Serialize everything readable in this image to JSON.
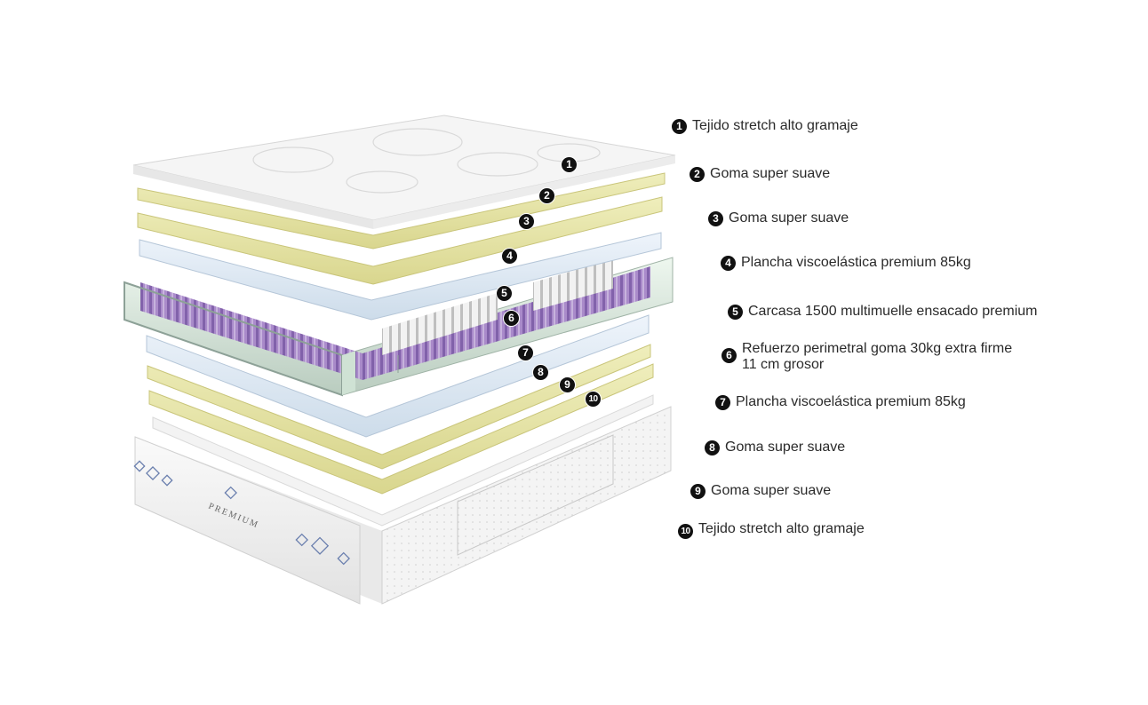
{
  "legend": [
    {
      "num": "1",
      "text": "Tejido stretch alto gramaje"
    },
    {
      "num": "2",
      "text": "Goma super suave"
    },
    {
      "num": "3",
      "text": "Goma super suave"
    },
    {
      "num": "4",
      "text": "Plancha viscoelástica premium 85kg"
    },
    {
      "num": "5",
      "text": "Carcasa 1500 multimuelle ensacado premium"
    },
    {
      "num": "6",
      "text": "Refuerzo perimetral goma 30kg extra firme",
      "text2": "11 cm grosor"
    },
    {
      "num": "7",
      "text": "Plancha viscoelástica premium 85kg"
    },
    {
      "num": "8",
      "text": "Goma super suave"
    },
    {
      "num": "9",
      "text": "Goma super suave"
    },
    {
      "num": "10",
      "text": "Tejido stretch alto gramaje"
    }
  ],
  "image_badges": [
    "1",
    "2",
    "3",
    "4",
    "5",
    "6",
    "7",
    "8",
    "9",
    "10"
  ],
  "brand_label": "PREMIUM",
  "colors": {
    "foam_yellow": "#e8e6a6",
    "visco_blue": "#dbe7f2",
    "spring_purple": "#9b78bf",
    "cover_white": "#f2f2f2",
    "badge_black": "#111111"
  }
}
